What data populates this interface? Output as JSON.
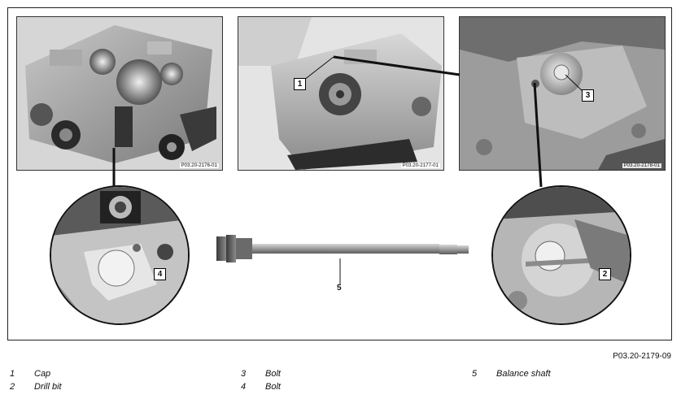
{
  "figure": {
    "code": "P03.20-2179-09"
  },
  "photos": {
    "engine_overview": {
      "code": "P03.20-2176-01"
    },
    "engine_front": {
      "code": "P03.20-2177-01",
      "callout": "1"
    },
    "cap_closeup": {
      "code": "P03.20-2178-01",
      "callout": "3"
    }
  },
  "details": {
    "left_circle": {
      "callout": "4"
    },
    "right_circle": {
      "callout": "2"
    }
  },
  "shaft": {
    "callout": "5"
  },
  "legend": {
    "items": [
      {
        "num": "1",
        "label": "Cap"
      },
      {
        "num": "2",
        "label": "Drill bit"
      },
      {
        "num": "3",
        "label": "Bolt"
      },
      {
        "num": "4",
        "label": "Bolt"
      },
      {
        "num": "5",
        "label": "Balance shaft"
      }
    ]
  }
}
